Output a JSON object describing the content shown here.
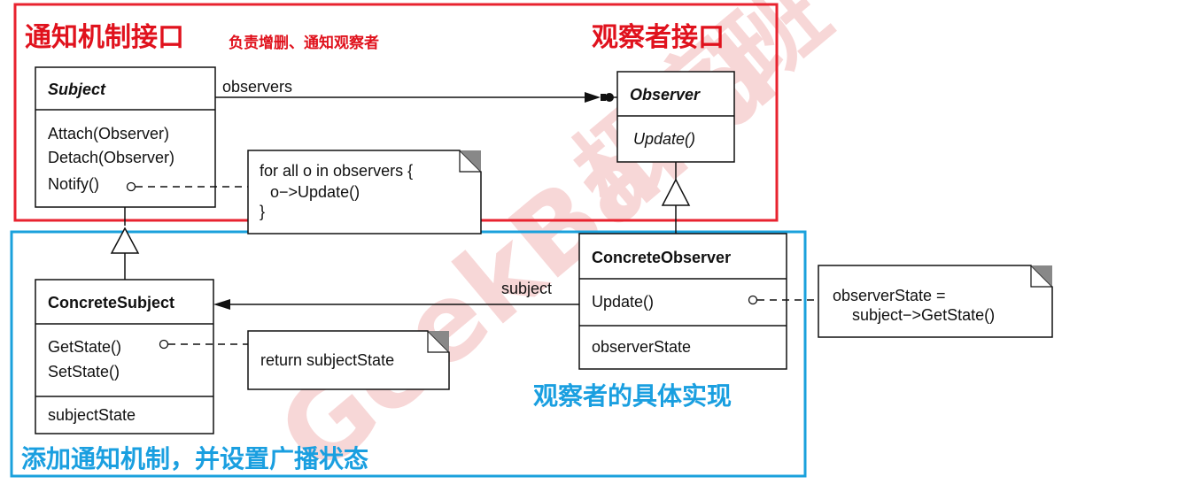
{
  "colors": {
    "red_frame": "#e8232f",
    "blue_frame": "#1aa1dc",
    "red_text": "#e0121d",
    "blue_text": "#1a9fe0",
    "watermark": "#f6c9c9"
  },
  "annotations": {
    "interface_title": "通知机制接口",
    "interface_subtitle": "负责增删、通知观察者",
    "observer_interface": "观察者接口",
    "concrete_observer_label": "观察者的具体实现",
    "concrete_subject_label": "添加通知机制，并设置广播状态"
  },
  "watermark": {
    "brand": "GeekBand",
    "cn": "极客班"
  },
  "subject": {
    "name": "Subject",
    "methods": [
      "Attach(Observer)",
      "Detach(Observer)",
      "Notify()"
    ]
  },
  "observer": {
    "name": "Observer",
    "methods": [
      "Update()"
    ]
  },
  "concrete_subject": {
    "name": "ConcreteSubject",
    "methods": [
      "GetState()",
      "SetState()"
    ],
    "attributes": [
      "subjectState"
    ]
  },
  "concrete_observer": {
    "name": "ConcreteObserver",
    "methods": [
      "Update()"
    ],
    "attributes": [
      "observerState"
    ]
  },
  "notes": {
    "notify_note": [
      "for all o in observers {",
      "o−>Update()",
      "}"
    ],
    "getstate_note": [
      "return subjectState"
    ],
    "update_note": [
      "observerState =",
      "subject−>GetState()"
    ]
  },
  "associations": {
    "observers": "observers",
    "subject": "subject"
  }
}
